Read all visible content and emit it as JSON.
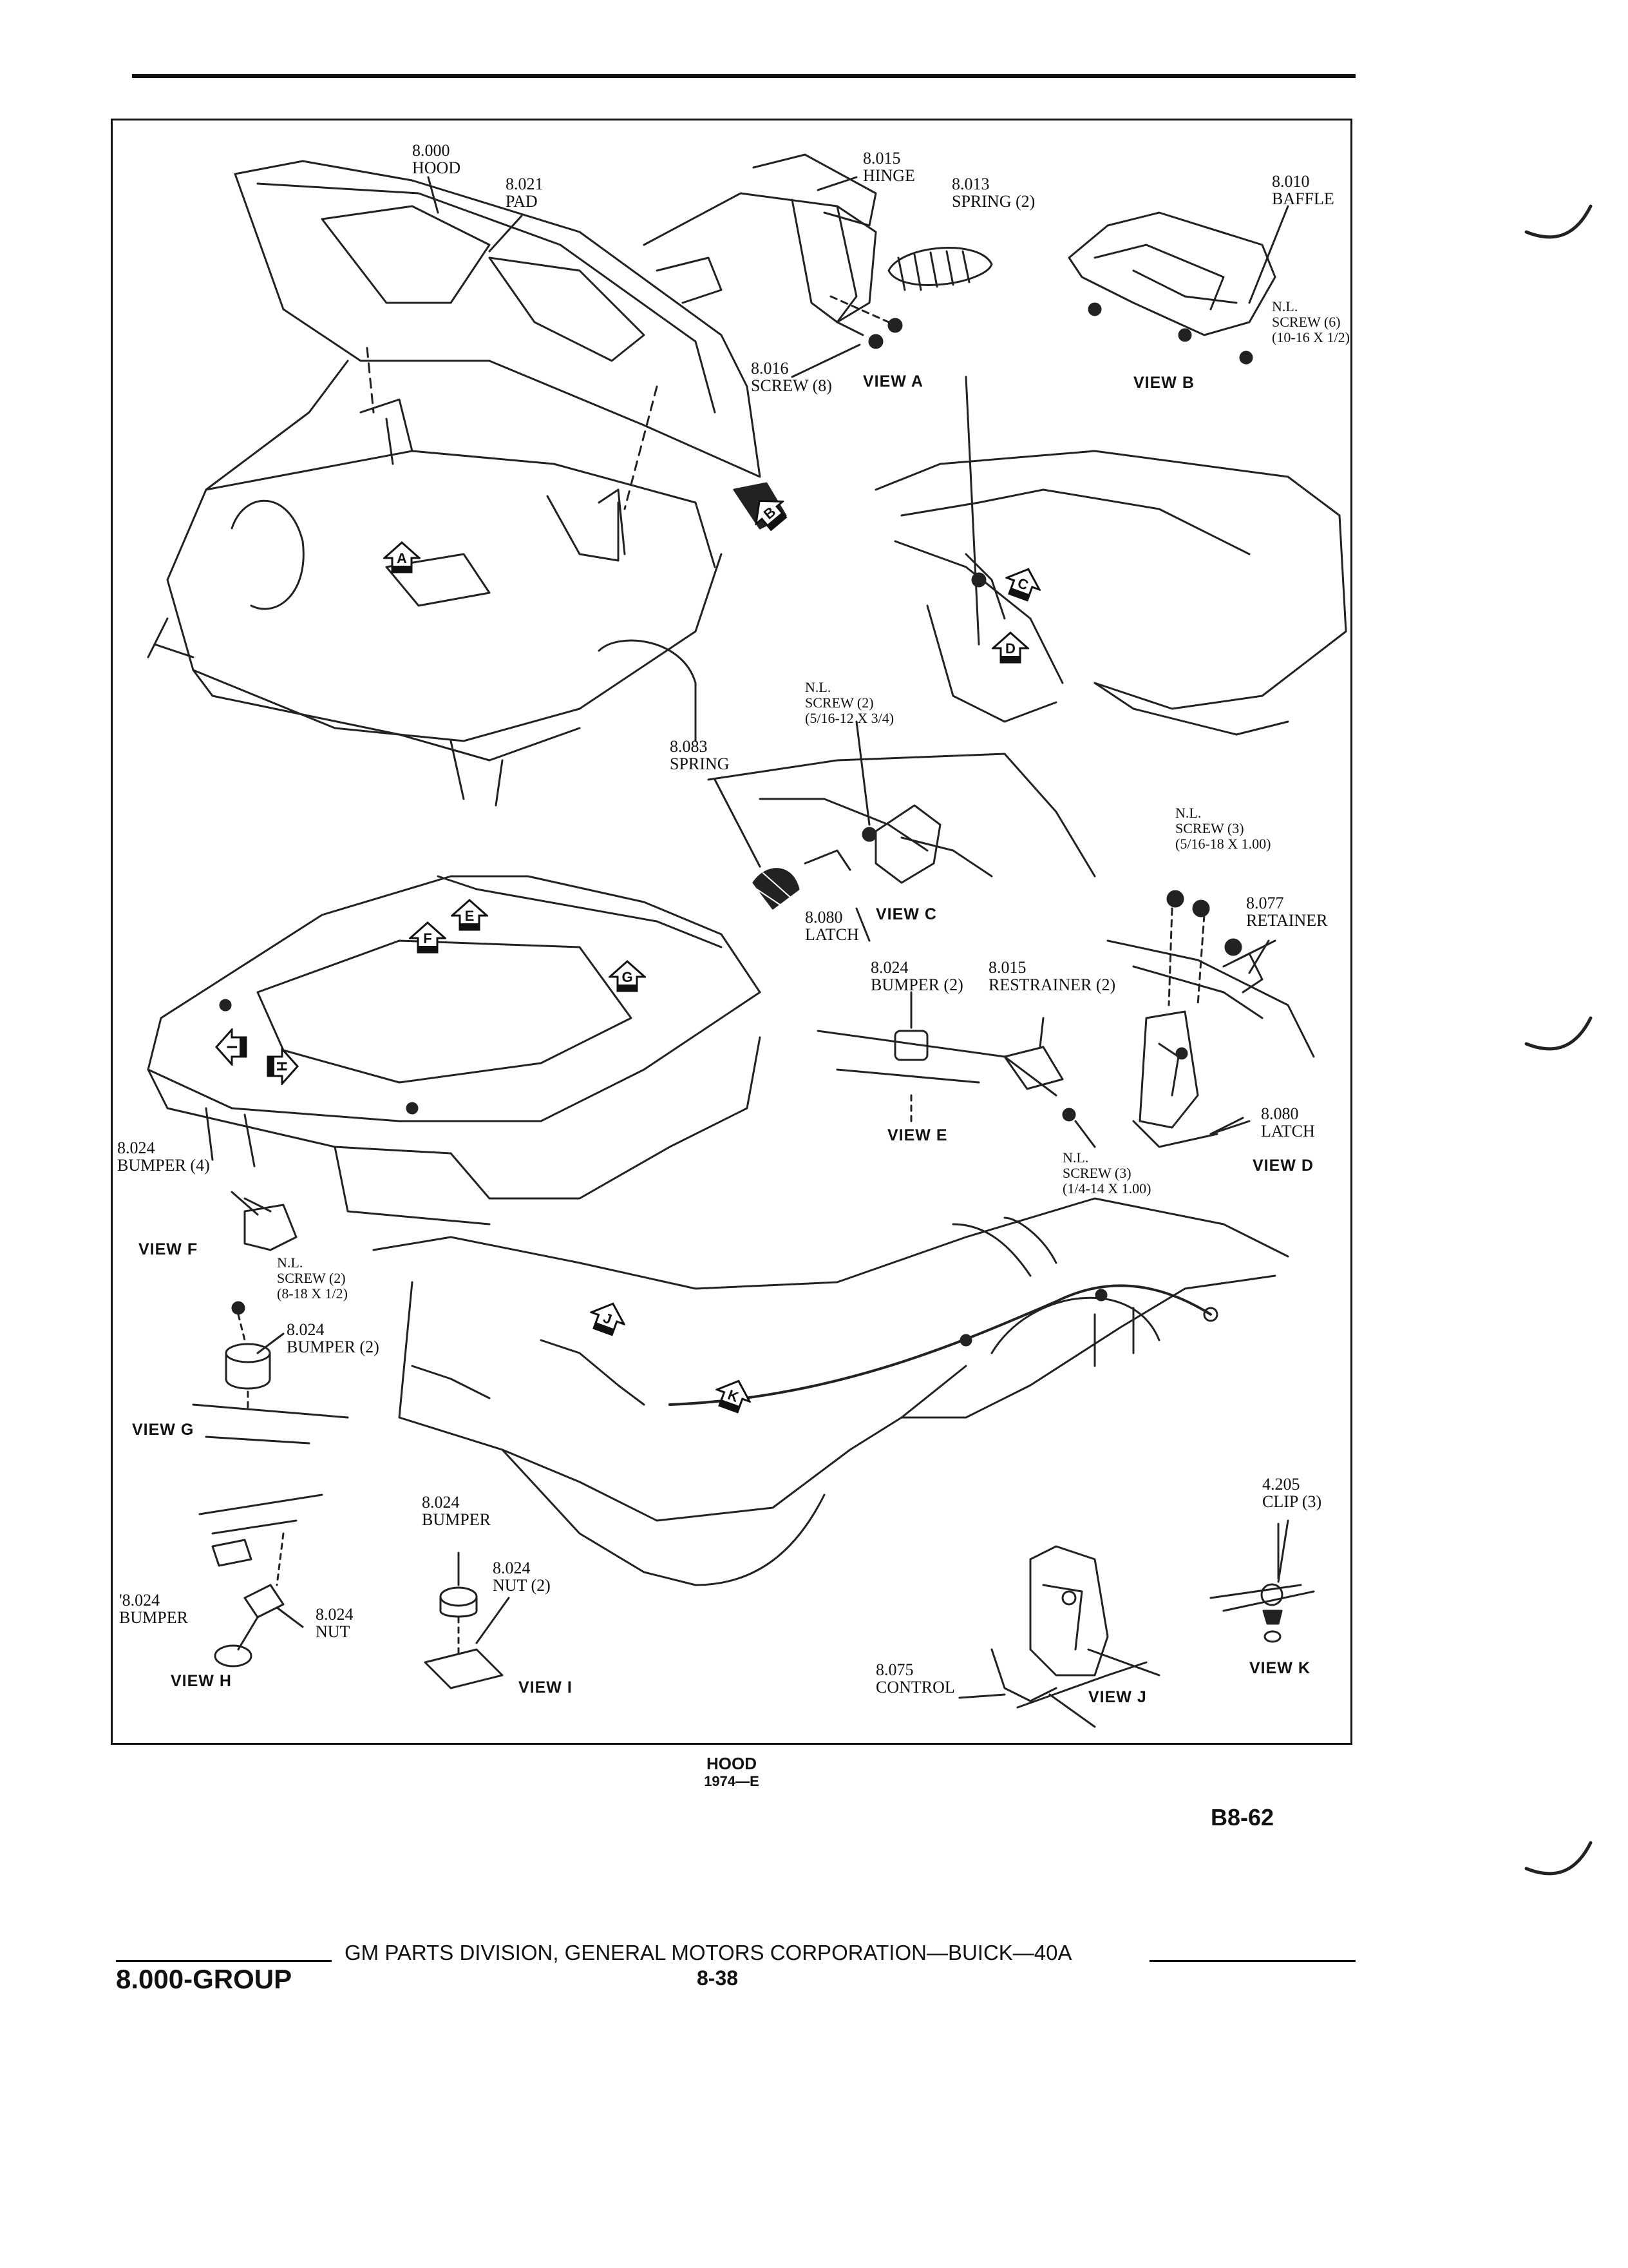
{
  "labels": {
    "hood": "8.000\nHOOD",
    "pad": "8.021\nPAD",
    "hinge": "8.015\nHINGE",
    "spring_a": "8.013\nSPRING (2)",
    "baffle": "8.010\nBAFFLE",
    "screw_b": "N.L.\nSCREW (6)\n(10-16 x 1/2)",
    "screw_a": "8.016\nSCREW (8)",
    "screw_c": "N.L.\nSCREW (2)\n(5/16-12 x 3/4)",
    "spring_c": "8.083\nSPRING",
    "latch_c": "8.080\nLATCH",
    "screw_d": "N.L.\nSCREW (3)\n(5/16-18 x 1.00)",
    "retainer": "8.077\nRETAINER",
    "bumper_e": "8.024\nBUMPER (2)",
    "restrainer": "8.015\nRESTRAINER (2)",
    "latch_d": "8.080\nLATCH",
    "screw_e": "N.L.\nSCREW (3)\n(1/4-14 x 1.00)",
    "bumper_f": "8.024\nBUMPER (4)",
    "screw_g": "N.L.\nSCREW (2)\n(8-18 x 1/2)",
    "bumper_g": "8.024\nBUMPER (2)",
    "clip": "4.205\nCLIP (3)",
    "bumper_i": "8.024\nBUMPER",
    "nut_i": "8.024\nNUT (2)",
    "bumper_h": "'8.024\nBUMPER",
    "nut_h": "8.024\nNUT",
    "control": "8.075\nCONTROL"
  },
  "views": {
    "a": "VIEW A",
    "b": "VIEW B",
    "c": "VIEW C",
    "d": "VIEW D",
    "e": "VIEW E",
    "f": "VIEW F",
    "g": "VIEW G",
    "h": "VIEW H",
    "i": "VIEW I",
    "j": "VIEW J",
    "k": "VIEW K"
  },
  "callout_letters": [
    "A",
    "B",
    "C",
    "D",
    "E",
    "F",
    "G",
    "H",
    "I",
    "J",
    "K"
  ],
  "caption": {
    "title": "HOOD",
    "subtitle": "1974—E"
  },
  "figure_code": "B8-62",
  "footer": {
    "group": "8.000-GROUP",
    "publisher": "GM PARTS DIVISION, GENERAL MOTORS CORPORATION—BUICK—40A",
    "page": "8-38"
  }
}
